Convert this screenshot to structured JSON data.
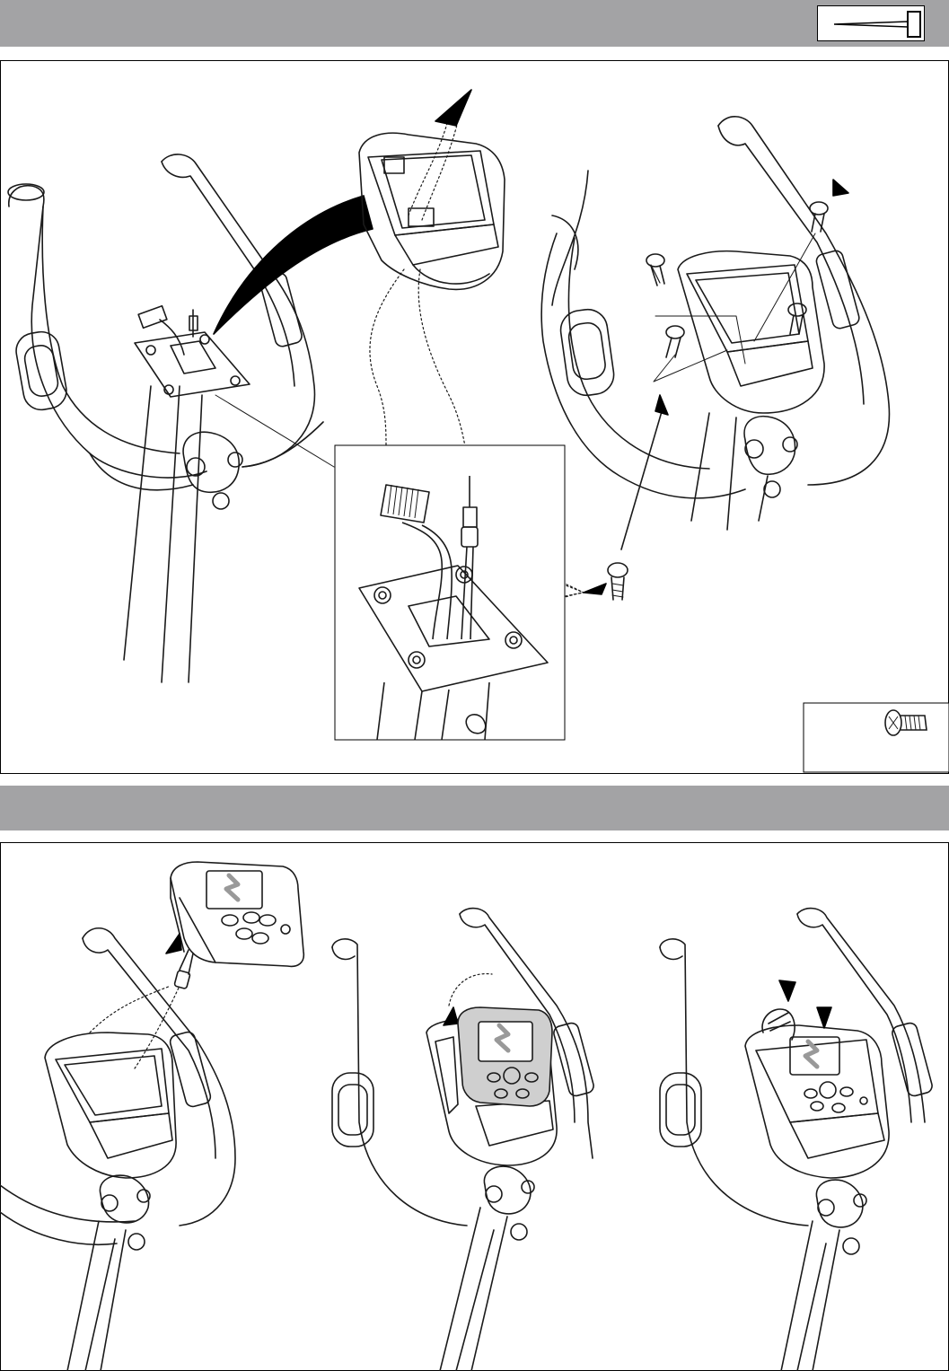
{
  "colors": {
    "band_gray": "#a3a3a5",
    "line": "#1a1a1a",
    "console_shade": "#cfcfcf"
  },
  "icons": {
    "tool": "allen-wrench-icon",
    "hardware": "phillips-pan-head-bolt-icon",
    "direction": "arrow-icon"
  },
  "steps": [
    {
      "header": "",
      "illustrations": [
        "console-mast-wiring",
        "cable-connector-closeup",
        "console-housing-mounted"
      ],
      "hardware_callout": {
        "label": "",
        "icon": "phillips-pan-head-bolt-icon"
      }
    },
    {
      "header": "",
      "illustrations": [
        "console-lift-cable",
        "console-insert",
        "console-press-fit"
      ]
    }
  ]
}
